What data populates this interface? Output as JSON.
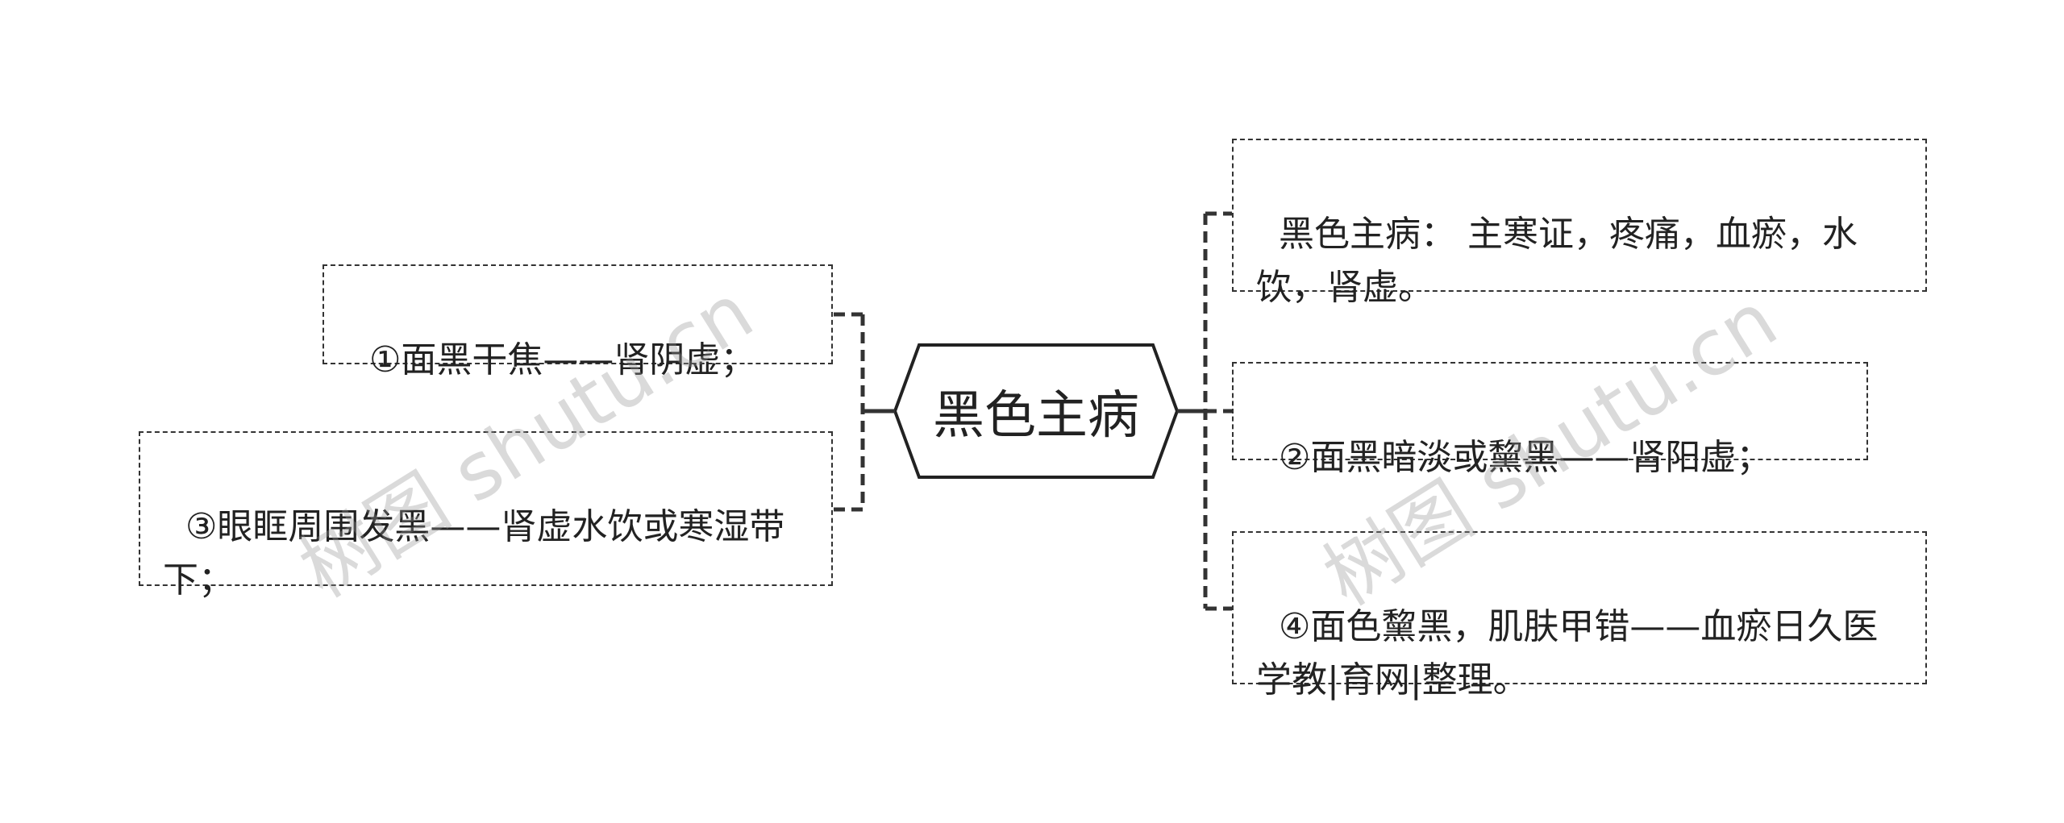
{
  "center": {
    "label": "黑色主病"
  },
  "left_nodes": [
    {
      "text": "①面黑干焦——肾阴虚；"
    },
    {
      "text": "③眼眶周围发黑——肾虚水饮或寒湿带下；"
    }
  ],
  "right_nodes": [
    {
      "text": "黑色主病： 主寒证，疼痛，血瘀，水饮，肾虚。"
    },
    {
      "text": "②面黑暗淡或黧黑——肾阳虚；"
    },
    {
      "text": "④面色黧黑，肌肤甲错——血瘀日久医学教|育网|整理。"
    }
  ],
  "watermarks": [
    "树图 shutu.cn",
    "树图 shutu.cn"
  ],
  "colors": {
    "border": "#333333",
    "background": "#ffffff",
    "watermark": "#969696"
  }
}
